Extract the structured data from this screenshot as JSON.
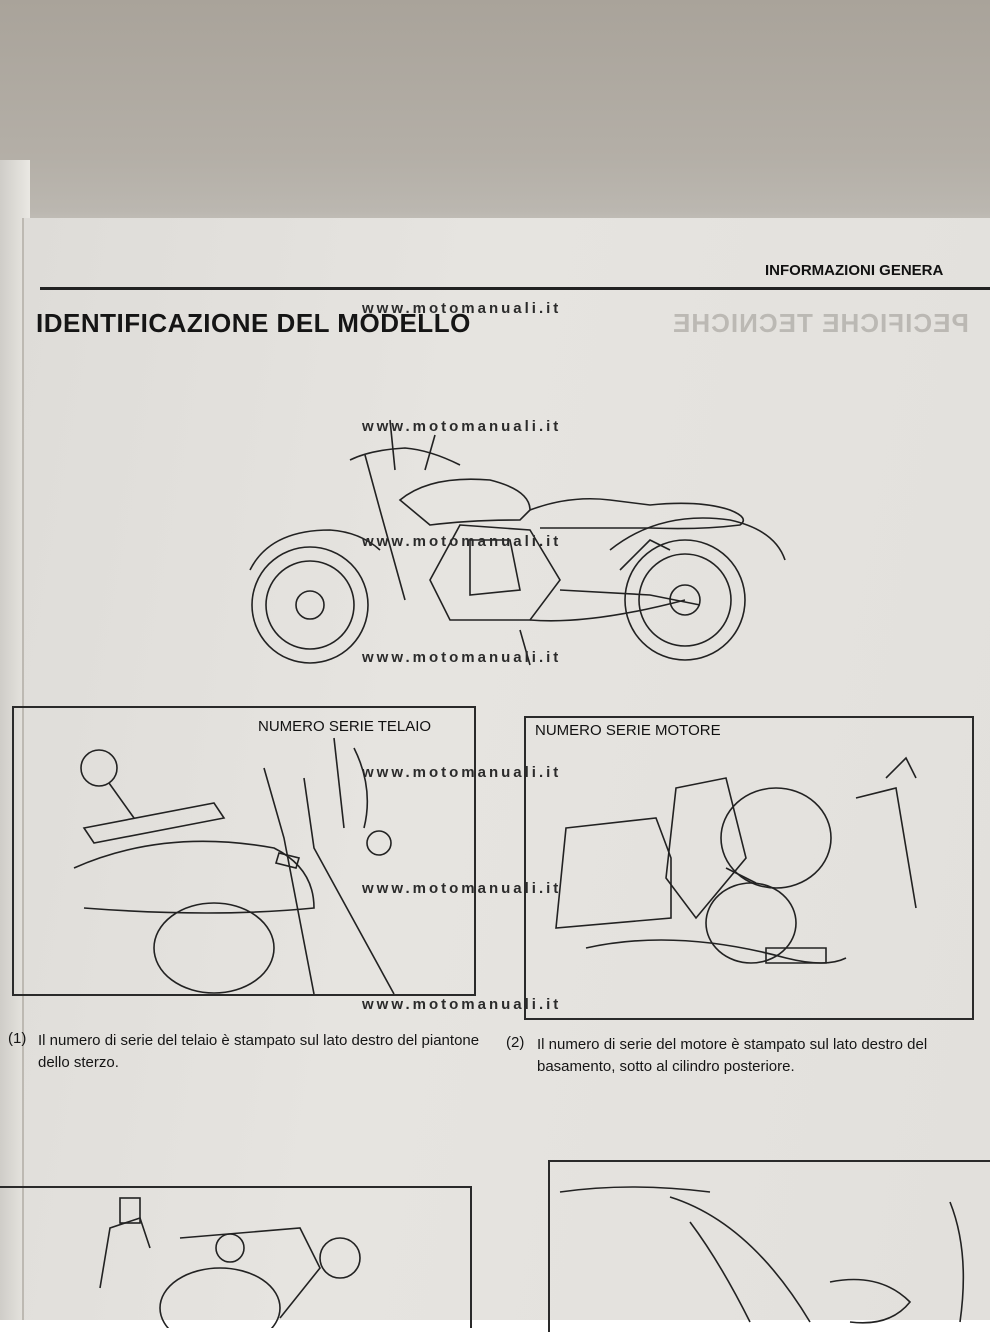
{
  "header": {
    "section_title": "INFORMAZIONI GENERA"
  },
  "page_title": "IDENTIFICAZIONE DEL MODELLO",
  "watermark": "www.motomanuali.it",
  "ghost_text": {
    "mirrored_title": "PECIFICHE TECNICHE"
  },
  "figures": {
    "frame": {
      "label": "NUMERO SERIE TELAIO"
    },
    "engine": {
      "label": "NUMERO SERIE MOTORE"
    }
  },
  "captions": [
    {
      "num": "(1)",
      "text": "Il numero di serie del telaio è stampato sul lato destro del piantone dello sterzo."
    },
    {
      "num": "(2)",
      "text": "Il numero di serie del motore è stampato sul lato destro del basamento, sotto al cilindro posteriore."
    }
  ]
}
